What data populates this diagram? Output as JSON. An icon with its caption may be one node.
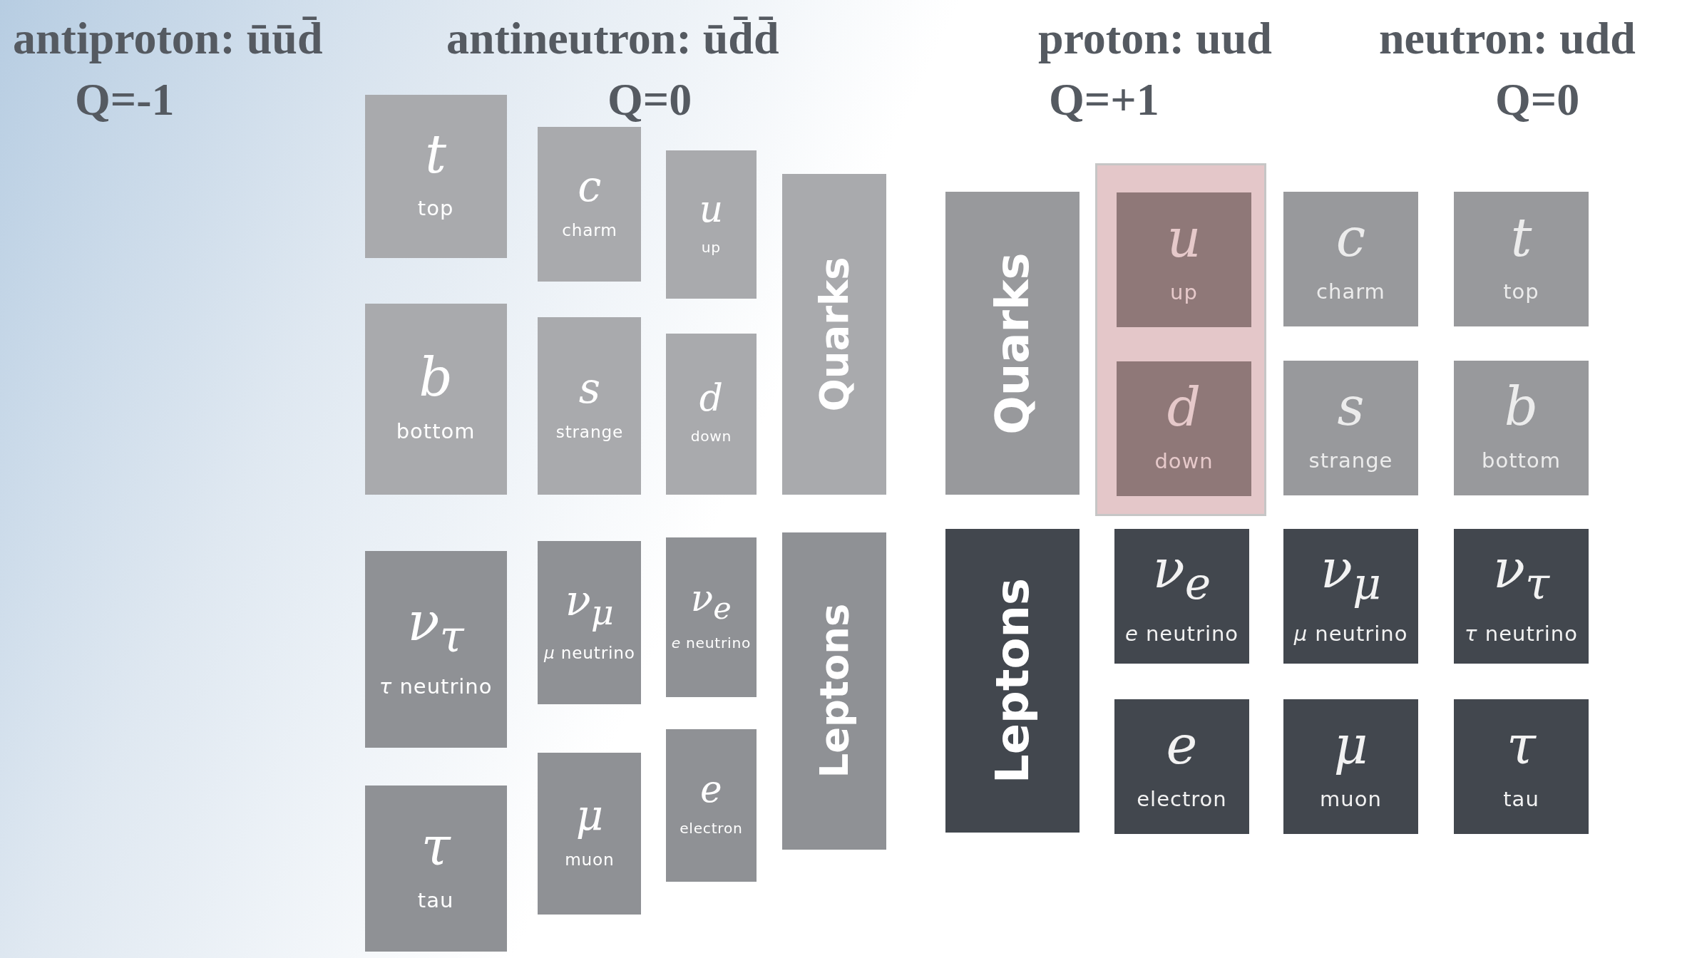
{
  "diagram": {
    "nodes": [
      {
        "text": [
          "t",
          "top"
        ]
      },
      {
        "text": [
          "c",
          "charm"
        ]
      },
      {
        "text": [
          "u",
          "up"
        ]
      },
      {
        "text": [
          "Quarks"
        ]
      },
      {
        "text": [
          "b",
          "bottom"
        ]
      },
      {
        "text": [
          "s",
          "strange"
        ]
      },
      {
        "text": [
          "d",
          "down"
        ]
      },
      {
        "text": [
          "ν$_{τ}$",
          "*τ* neutrino"
        ]
      },
      {
        "text": [
          "ν$_{μ}$",
          "*μ* neutrino"
        ]
      },
      {
        "text": [
          "ν$_{e}$",
          "*e* neutrino"
        ]
      },
      {
        "text": [
          "Leptons"
        ]
      },
      {
        "text": [
          "τ",
          "tau"
        ]
      },
      {
        "text": [
          "μ",
          "muon"
        ]
      },
      {
        "text": [
          "e",
          "electron"
        ]
      },
      {
        "text": [
          "Quarks"
        ]
      },
      {
        "text": [],
        "shape": "box"
      },
      {
        "text": [
          "u",
          "up"
        ],
        "in": 15
      },
      {
        "text": [
          "c",
          "charm"
        ]
      },
      {
        "text": [
          "t",
          "top"
        ]
      },
      {
        "text": [
          "d",
          "down"
        ],
        "in": 15
      },
      {
        "text": [
          "s",
          "strange"
        ]
      },
      {
        "text": [
          "b",
          "bottom"
        ]
      },
      {
        "text": [
          "Leptons"
        ]
      },
      {
        "text": [
          "ν$_{e}$",
          "*e* neutrino"
        ]
      },
      {
        "text": [
          "ν$_{μ}$",
          "*μ* neutrino"
        ]
      },
      {
        "text": [
          "ν$_{τ}$",
          "*τ* neutrino"
        ]
      },
      {
        "text": [
          "e",
          "electron"
        ]
      },
      {
        "text": [
          "μ",
          "muon"
        ]
      },
      {
        "text": [
          "τ",
          "tau"
        ]
      }
    ],
    "labels": [
      "antiproton: ūūd̄",
      "antineutron: ūd̄d̄",
      "proton: uud",
      "neutron: udd",
      "Q=-1",
      "Q=0",
      "Q=+1",
      "Q=0"
    ]
  }
}
